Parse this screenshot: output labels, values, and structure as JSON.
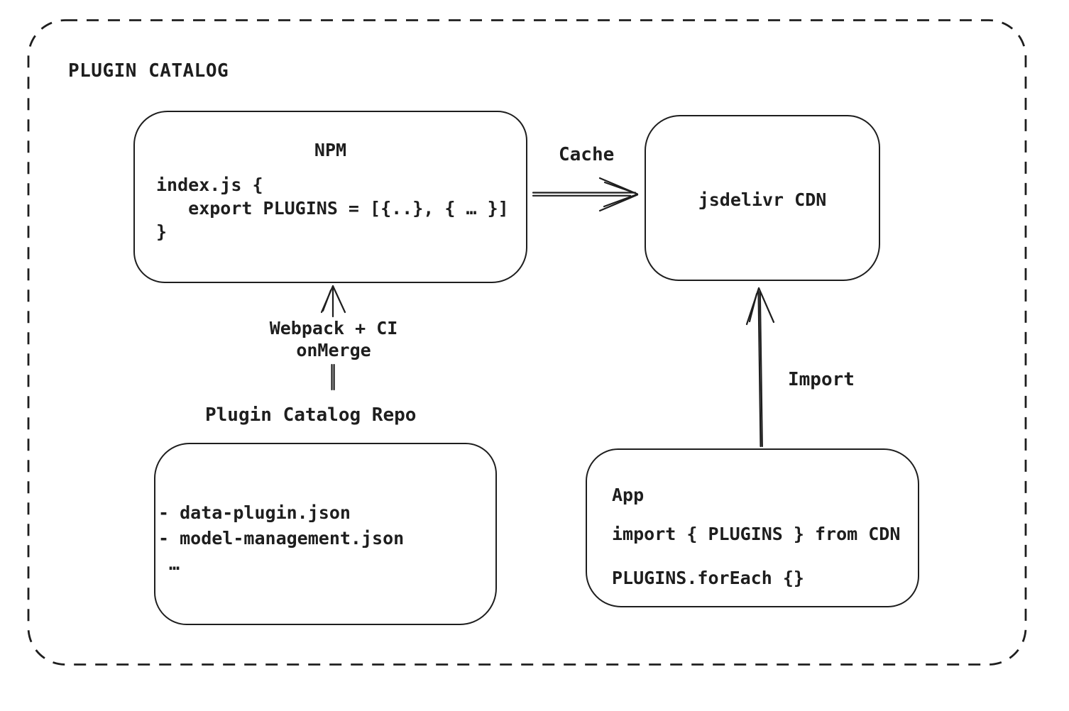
{
  "page": {
    "background": "#ffffff",
    "stroke_color": "#1e1e1e",
    "title": "PLUGIN CATALOG"
  },
  "npm": {
    "title": "NPM",
    "code": [
      "index.js {",
      "   export PLUGINS = [{..}, { … }]",
      "}"
    ]
  },
  "cache_arrow": {
    "label": "Cache"
  },
  "cdn": {
    "label": "jsdelivr CDN"
  },
  "build_arrow": {
    "label_line1": "Webpack + CI",
    "label_line2": "onMerge"
  },
  "repo": {
    "title": "Plugin Catalog Repo",
    "files": [
      "- data-plugin.json",
      "- model-management.json",
      " …"
    ]
  },
  "app": {
    "title": "App",
    "code": [
      "import { PLUGINS } from CDN",
      "PLUGINS.forEach {}"
    ]
  },
  "import_arrow": {
    "label": "Import"
  }
}
